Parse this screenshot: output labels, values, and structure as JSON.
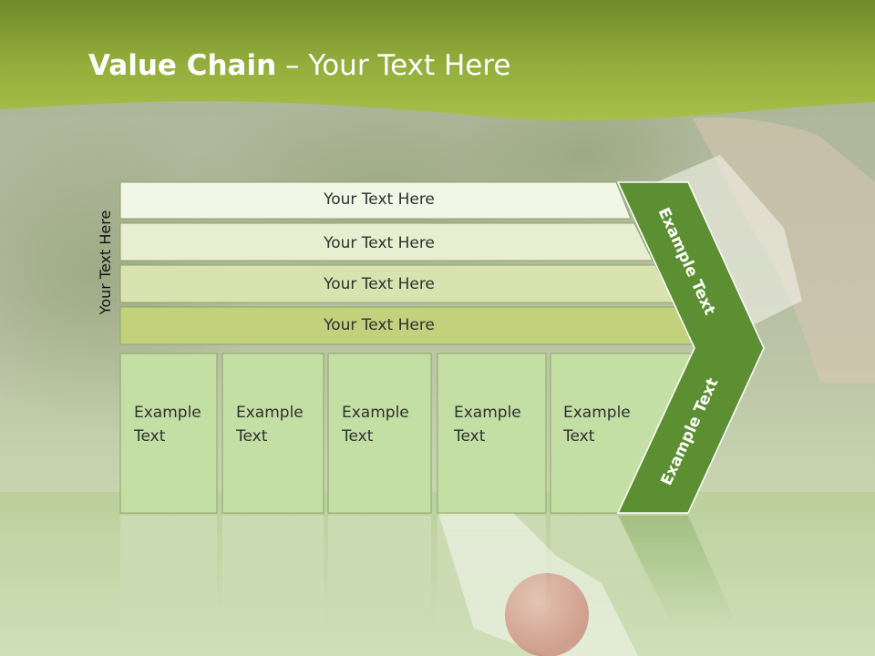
{
  "slide": {
    "title_bold": "Value Chain",
    "title_rest": " – Your Text Here"
  },
  "diagram": {
    "side_label": "Your Text Here",
    "bars": [
      {
        "label": "Your Text Here"
      },
      {
        "label": "Your Text Here"
      },
      {
        "label": "Your Text Here"
      },
      {
        "label": "Your Text Here"
      }
    ],
    "cells": [
      {
        "line1": "Example",
        "line2": "Text"
      },
      {
        "line1": "Example",
        "line2": "Text"
      },
      {
        "line1": "Example",
        "line2": "Text"
      },
      {
        "line1": "Example",
        "line2": "Text"
      },
      {
        "line1": "Example",
        "line2": "Text"
      }
    ],
    "chevron_top": "Example Text",
    "chevron_bottom": "Example Text"
  },
  "colors": {
    "header_green": "#9cb33e",
    "chevron_green": "#5b8f31",
    "cell_fill": "#c4dfa4",
    "bar_fills": [
      "#f2f6e6",
      "#e8efd0",
      "#d9e3b0",
      "#c3d17d"
    ]
  }
}
